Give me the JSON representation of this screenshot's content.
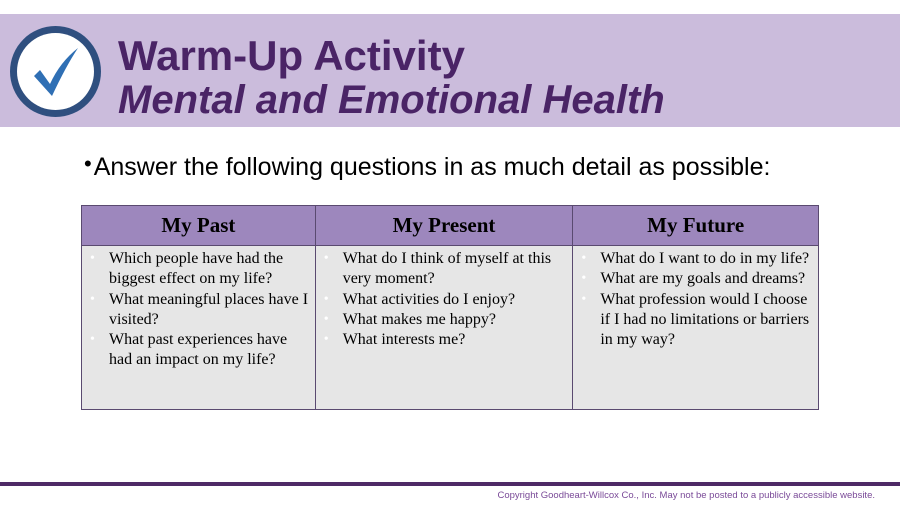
{
  "slide": {
    "title": "Warm-Up Activity",
    "subtitle": "Mental and Emotional Health",
    "badge_icon": "checkmark-icon",
    "instruction_bullet": "•",
    "instruction": "Answer the following questions in as much detail as possible:",
    "colors": {
      "banner": "#cbbcdc",
      "title": "#4a2466",
      "table_header": "#9d87bd",
      "table_body": "#e6e6e6",
      "footer_rule": "#4e2a66"
    }
  },
  "table": {
    "columns": [
      {
        "header": "My Past",
        "items": [
          "Which people have had the biggest effect on my life?",
          "What meaningful places have I visited?",
          "What past experiences have had an impact on my life?"
        ]
      },
      {
        "header": "My Present",
        "items": [
          "What do I think of myself at this very moment?",
          "What activities do I enjoy?",
          "What makes me happy?",
          "What interests me?"
        ]
      },
      {
        "header": "My Future",
        "items": [
          "What do I want to do in my life?",
          "What are my goals and dreams?",
          "What profession would I choose if I had no limitations or barriers in my way?"
        ]
      }
    ]
  },
  "footer": {
    "copyright": "Copyright Goodheart-Willcox Co., Inc.  May not be posted to a publicly accessible website."
  }
}
